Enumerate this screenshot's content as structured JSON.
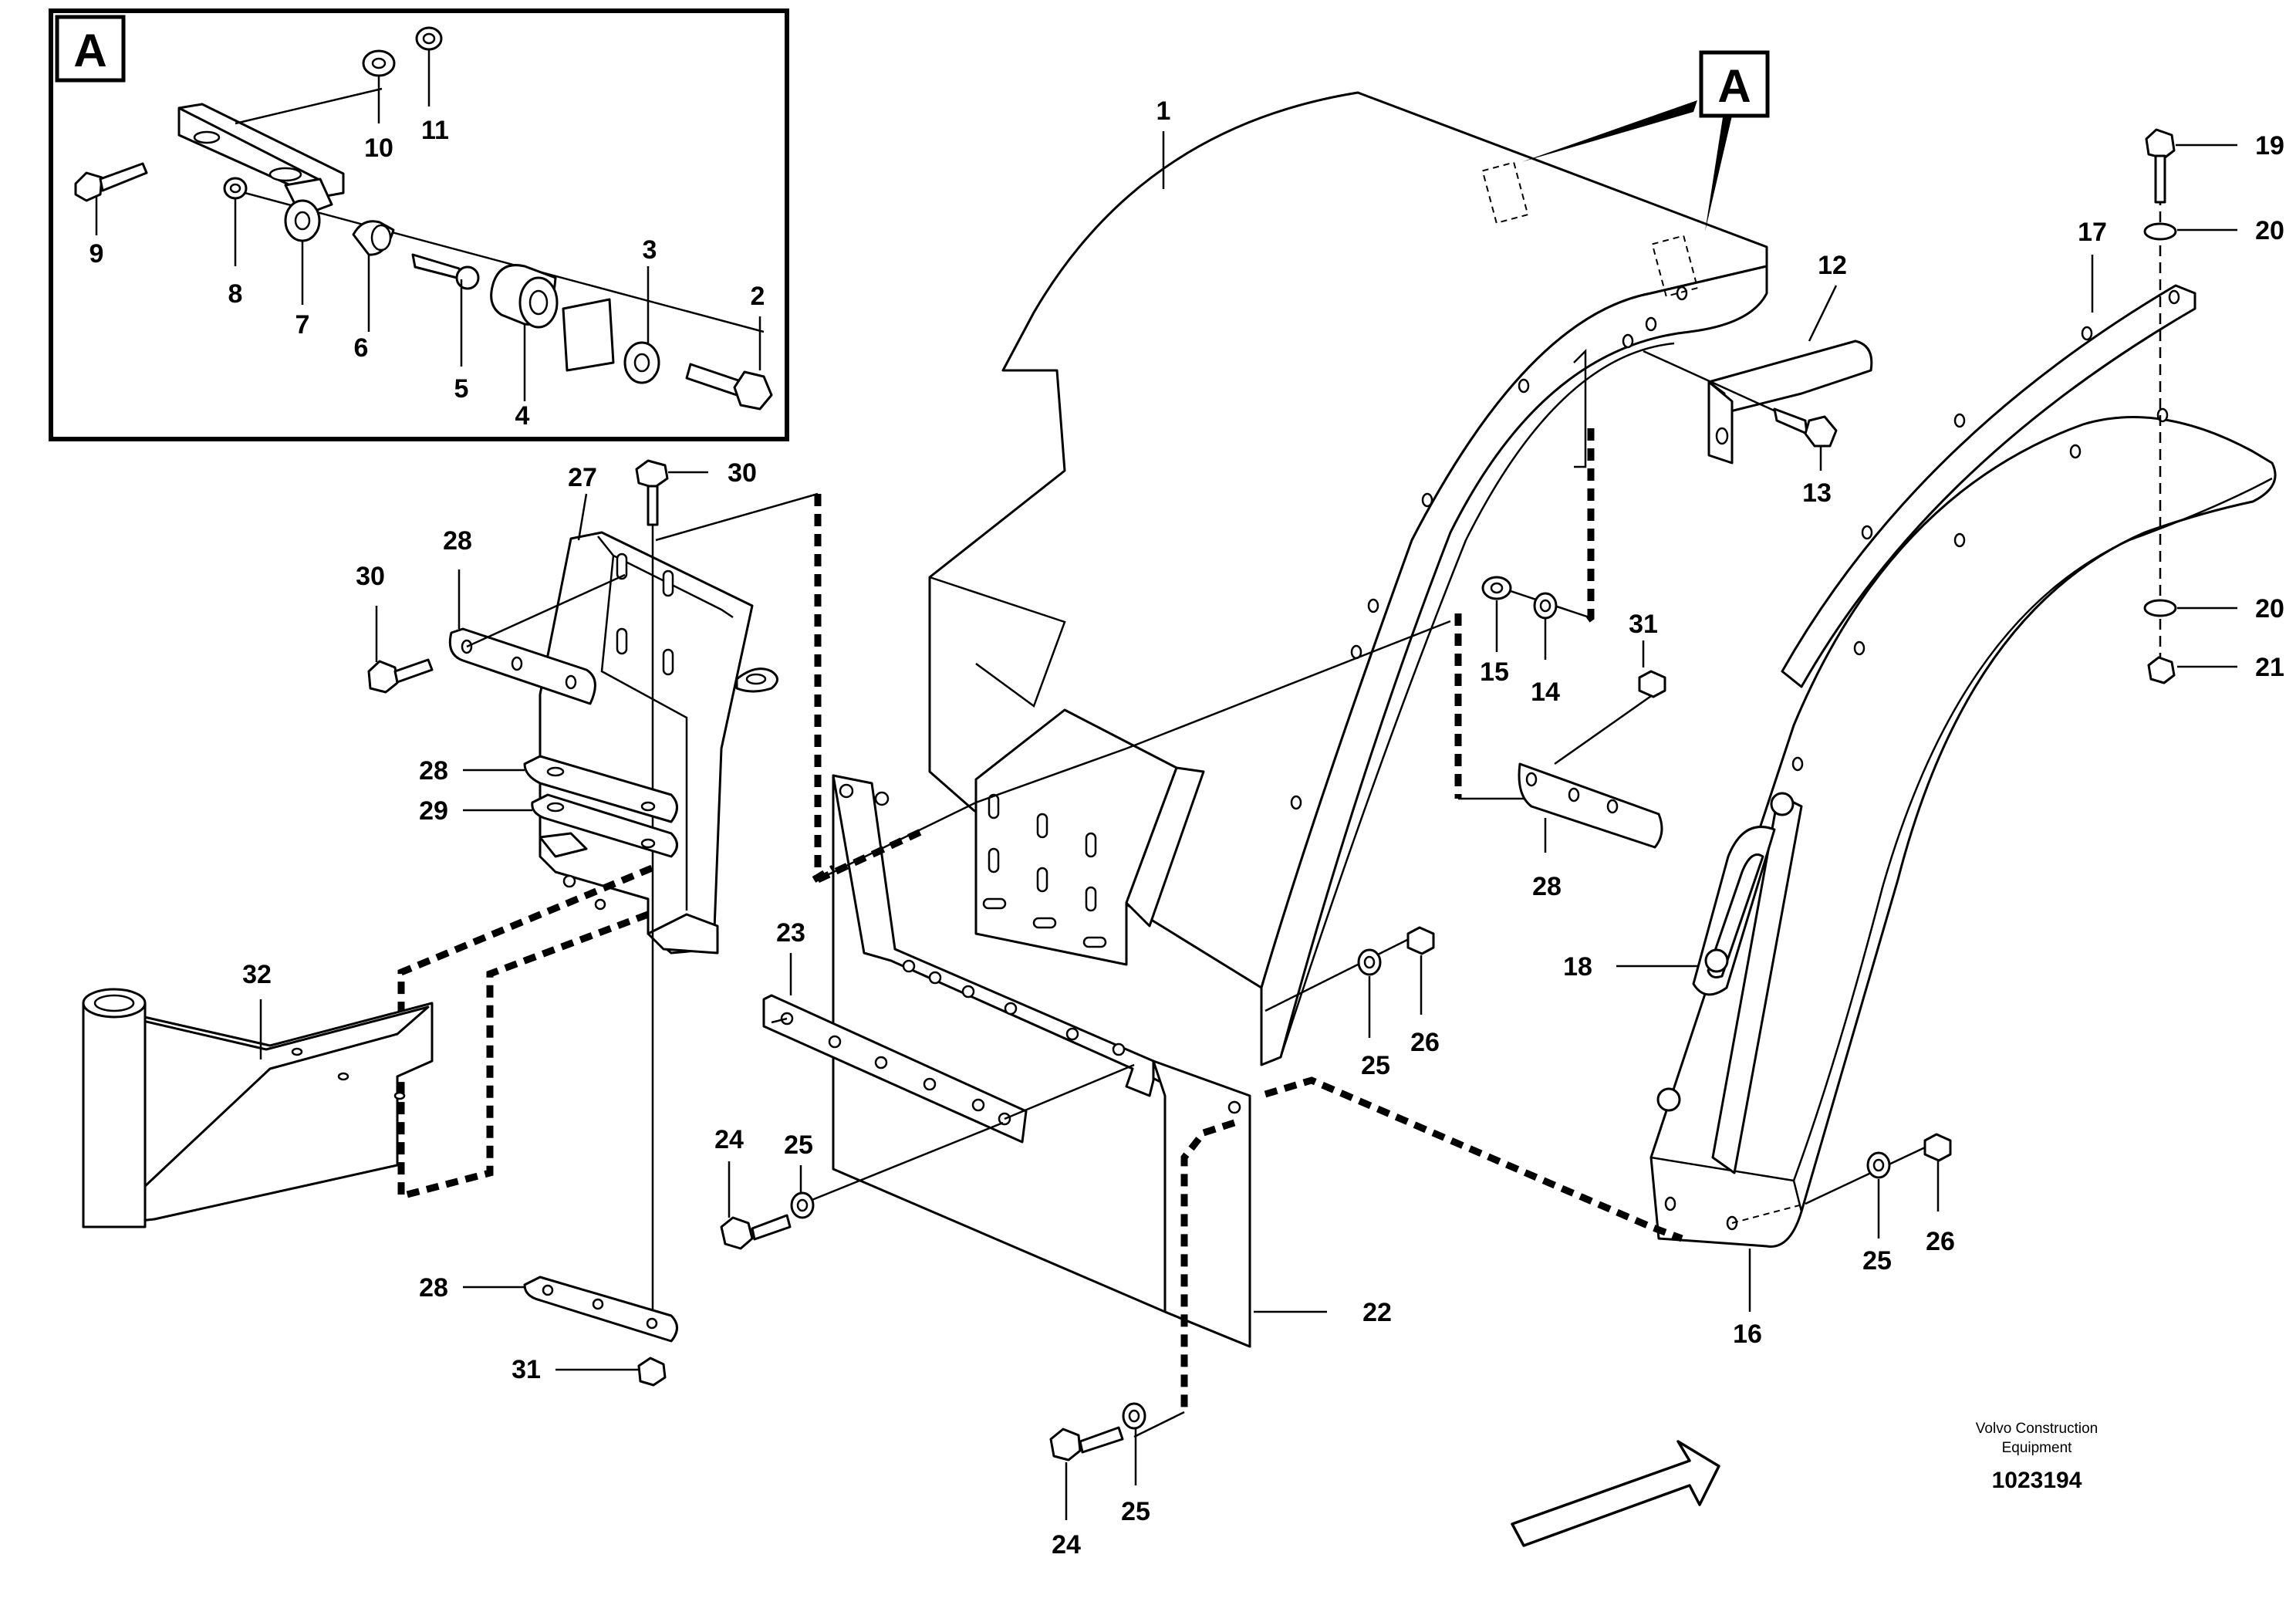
{
  "detail": {
    "label": "A"
  },
  "main_view": {
    "label": "A"
  },
  "callouts": {
    "inset": [
      "10",
      "11",
      "9",
      "8",
      "7",
      "6",
      "5",
      "4",
      "3",
      "2"
    ],
    "main": [
      "1",
      "12",
      "13",
      "19",
      "17",
      "20",
      "20",
      "21",
      "15",
      "14",
      "31",
      "28",
      "18",
      "25",
      "26",
      "25",
      "26",
      "16",
      "22",
      "23",
      "24",
      "25",
      "24",
      "25",
      "27",
      "28",
      "30",
      "30",
      "28",
      "29",
      "32",
      "28",
      "31"
    ]
  },
  "credit": {
    "line1": "Volvo Construction",
    "line2": "Equipment"
  },
  "doc_number": "1023194",
  "direction_arrow": {
    "icon": "direction-arrow-icon"
  }
}
